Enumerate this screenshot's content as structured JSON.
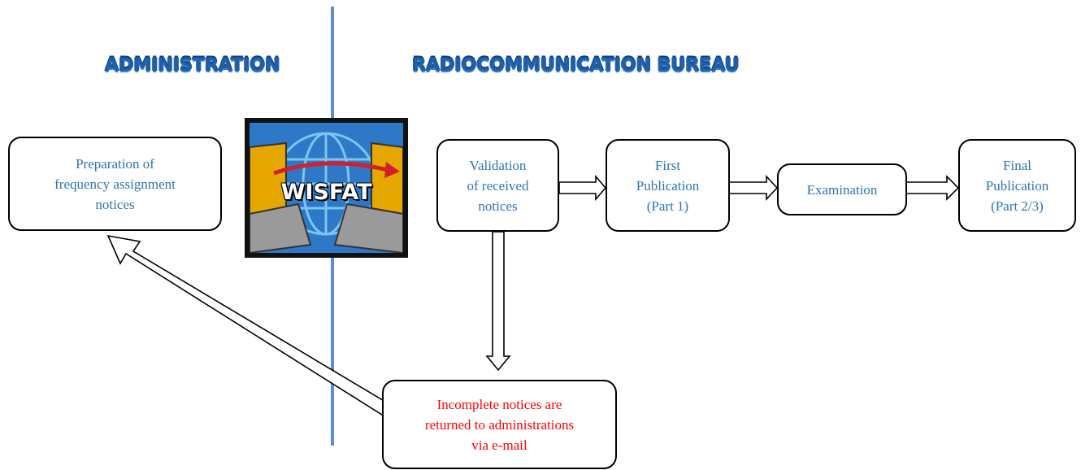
{
  "headings": {
    "left": "ADMINISTRATION",
    "right": "RADIOCOMMUNICATION BUREAU"
  },
  "logo": {
    "text": "WISFAT",
    "icon": "wisfat-logo"
  },
  "boxes": {
    "preparation": "Preparation of\nfrequency assignment\nnotices",
    "validation": "Validation\nof received\nnotices",
    "first_publication": "First\nPublication\n(Part 1)",
    "examination": "Examination",
    "final_publication": "Final\nPublication\n(Part 2/3)",
    "incomplete": "Incomplete notices are\nreturned to administrations\nvia e-mail"
  },
  "colors": {
    "heading": "#1f5fa8",
    "box_text": "#2e74b5",
    "alert_text": "#ff0000",
    "divider": "#5b8fd0"
  }
}
